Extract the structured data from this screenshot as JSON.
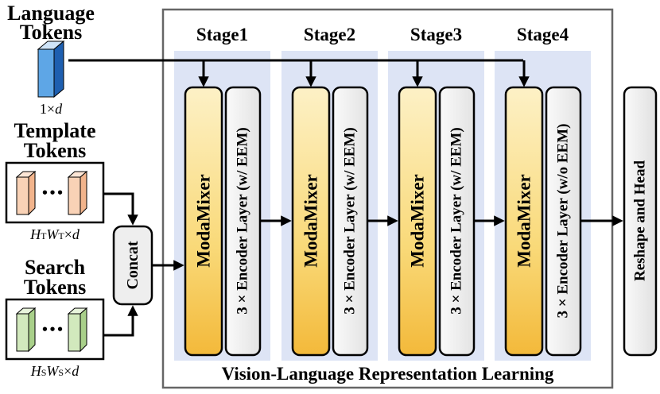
{
  "inputs": {
    "language": {
      "line1": "Language",
      "line2": "Tokens",
      "dim_prefix": "1×",
      "dim_var": "d"
    },
    "template": {
      "line1": "Template",
      "line2": "Tokens",
      "dim_h": "H",
      "dim_h_sub": "T",
      "dim_w": "W",
      "dim_w_sub": "T",
      "dim_suffix": "×",
      "dim_var": "d"
    },
    "search": {
      "line1": "Search",
      "line2": "Tokens",
      "dim_h": "H",
      "dim_h_sub": "S",
      "dim_w": "W",
      "dim_w_sub": "S",
      "dim_suffix": "×",
      "dim_var": "d"
    }
  },
  "concat_label": "Concat",
  "stages": [
    {
      "title": "Stage1",
      "mixer": "ModaMixer",
      "encoder": "3 × Encoder Layer (w/ EEM)"
    },
    {
      "title": "Stage2",
      "mixer": "ModaMixer",
      "encoder": "3 × Encoder Layer (w/ EEM)"
    },
    {
      "title": "Stage3",
      "mixer": "ModaMixer",
      "encoder": "3 × Encoder Layer (w/ EEM)"
    },
    {
      "title": "Stage4",
      "mixer": "ModaMixer",
      "encoder": "3 × Encoder Layer (w/o EEM)"
    }
  ],
  "head_label": "Reshape and Head",
  "footer": "Vision-Language Representation Learning",
  "ellipsis": "•••",
  "colors": {
    "stage_bg": "#dde4f5",
    "mixer_fill_top": "#fbe7a6",
    "mixer_fill_bottom": "#f5c24a",
    "encoder_fill": "#eeeeee",
    "language_cube_front": "#2a7fd6",
    "template_cube": "#f6c7a8",
    "search_cube": "#cfe6b8",
    "frame_border": "#666666"
  }
}
